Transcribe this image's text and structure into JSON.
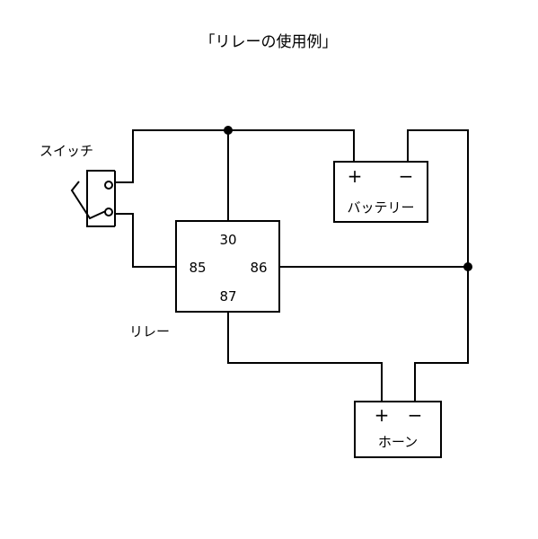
{
  "title": "「リレーの使用例」",
  "switch": {
    "label": "スイッチ"
  },
  "relay": {
    "label": "リレー",
    "pins": {
      "p30": "30",
      "p85": "85",
      "p86": "86",
      "p87": "87"
    }
  },
  "battery": {
    "label": "バッテリー",
    "plus": "+",
    "minus": "−"
  },
  "horn": {
    "label": "ホーン",
    "plus": "+",
    "minus": "−"
  }
}
